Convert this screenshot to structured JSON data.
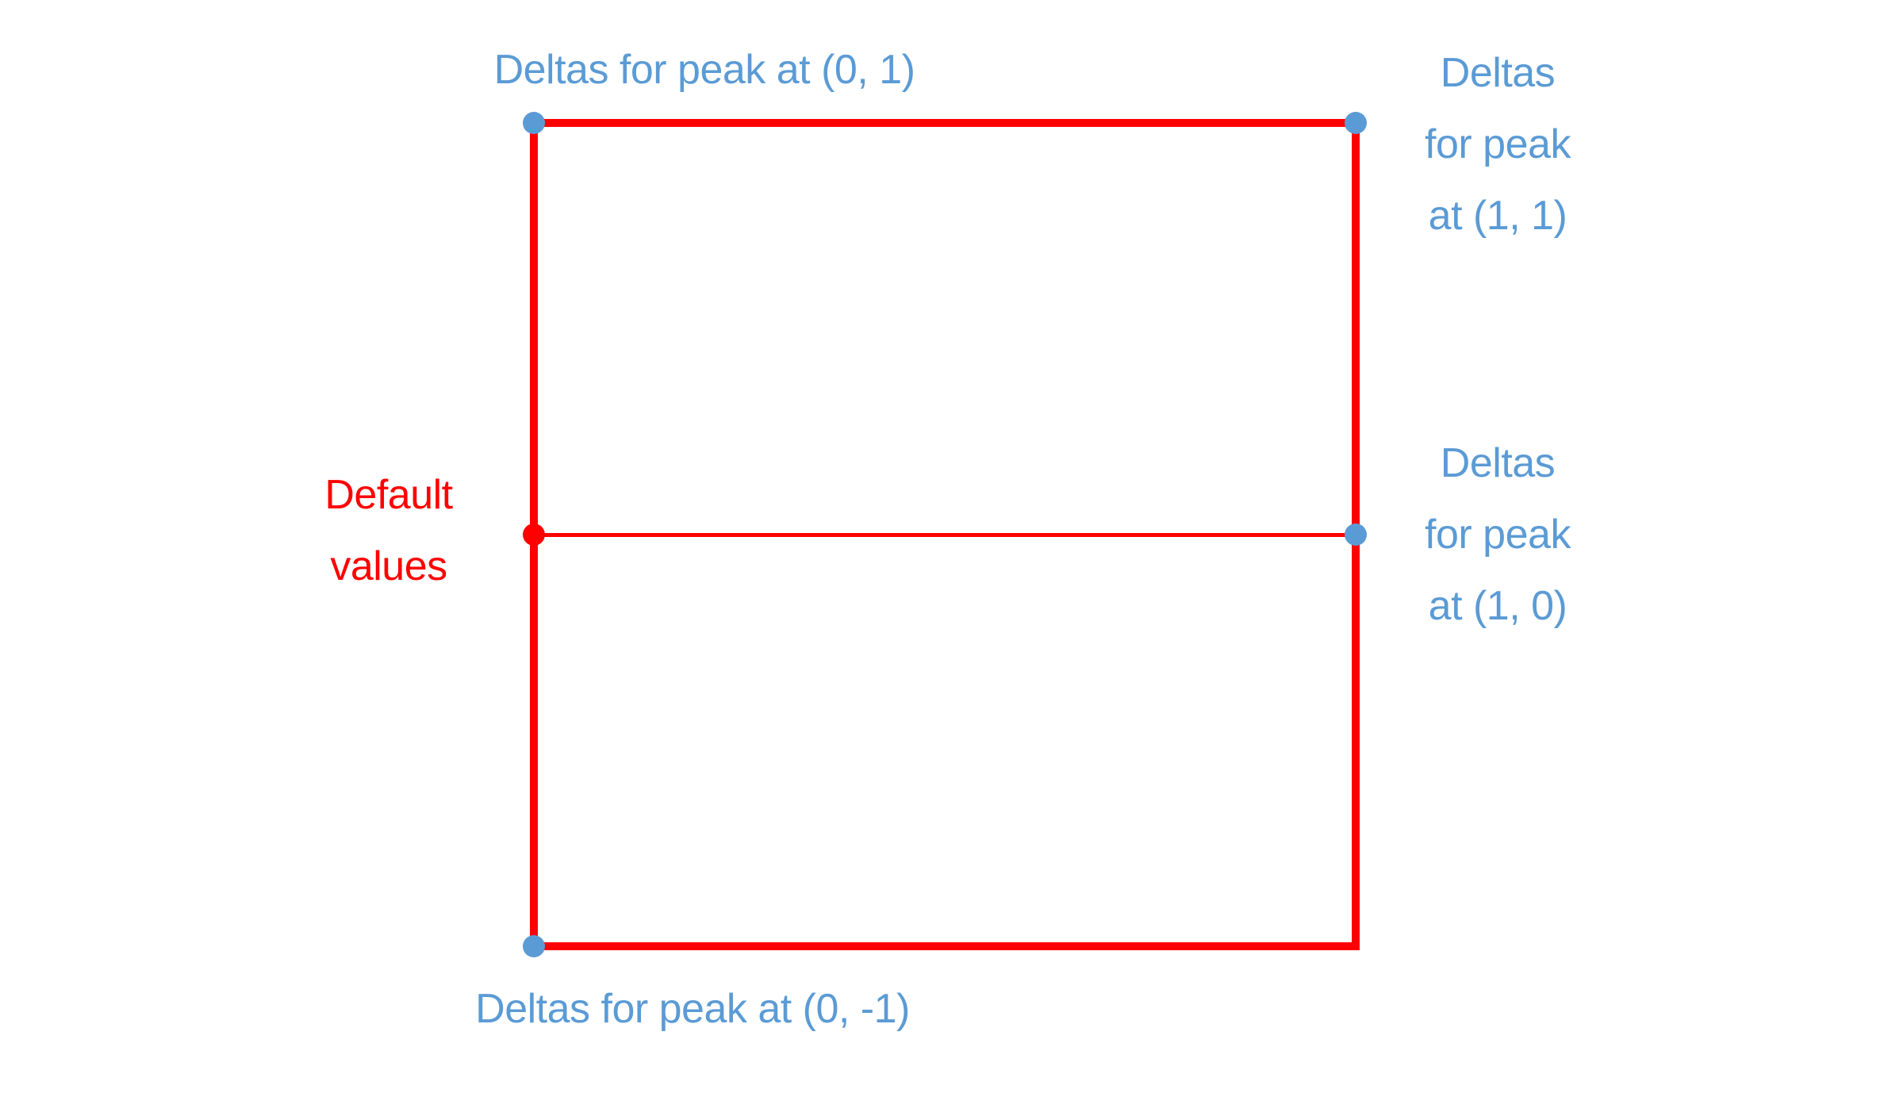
{
  "colors": {
    "red": "#FF0000",
    "blue": "#5B9BD5"
  },
  "diagram": {
    "labels": {
      "top": "Deltas for peak at (0, 1)",
      "top_right": "Deltas\nfor peak\nat (1, 1)",
      "mid_right": "Deltas\nfor peak\nat (1, 0)",
      "left": "Default\nvalues",
      "bottom": "Deltas for peak at (0, -1)"
    },
    "points": [
      {
        "marker": "blue-dot",
        "label": "Deltas for peak at (0, 1)",
        "position": "top-left corner"
      },
      {
        "marker": "blue-dot",
        "label": "Deltas for peak at (1, 1)",
        "position": "top-right corner"
      },
      {
        "marker": "blue-dot",
        "label": "Deltas for peak at (1, 0)",
        "position": "middle-right edge"
      },
      {
        "marker": "red-dot",
        "label": "Default values",
        "position": "middle-left edge"
      },
      {
        "marker": "blue-dot",
        "label": "Deltas for peak at (0, -1)",
        "position": "bottom-left corner"
      }
    ]
  }
}
